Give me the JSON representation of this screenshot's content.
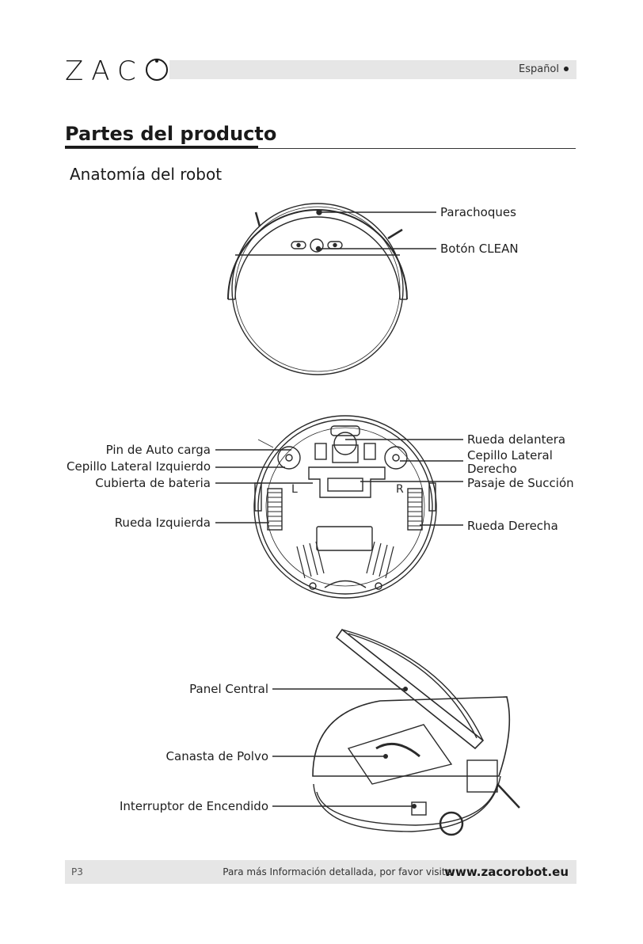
{
  "header": {
    "brand": "ZAC",
    "language": "Español"
  },
  "title": "Partes del producto",
  "subtitle": "Anatomía del robot",
  "top_labels": {
    "bumper": "Parachoques",
    "clean_button": "Botón CLEAN"
  },
  "bottom_labels_left": {
    "charge_pin": "Pin de Auto carga",
    "left_brush": "Cepillo Lateral Izquierdo",
    "battery_cover": "Cubierta de bateria",
    "left_wheel": "Rueda Izquierda"
  },
  "bottom_labels_right": {
    "front_wheel": "Rueda delantera",
    "right_brush_1": "Cepillo Lateral",
    "right_brush_2": "Derecho",
    "suction": "Pasaje de Succión",
    "right_wheel": "Rueda Derecha"
  },
  "bottom_markers": {
    "left": "L",
    "right": "R"
  },
  "open_labels": {
    "central_panel": "Panel Central",
    "dust_basket": "Canasta de Polvo",
    "power_switch": "Interruptor de Encendido"
  },
  "footer": {
    "page": "P3",
    "info": "Para más Información detallada, por favor visite:",
    "url": "www.zacorobot.eu"
  }
}
